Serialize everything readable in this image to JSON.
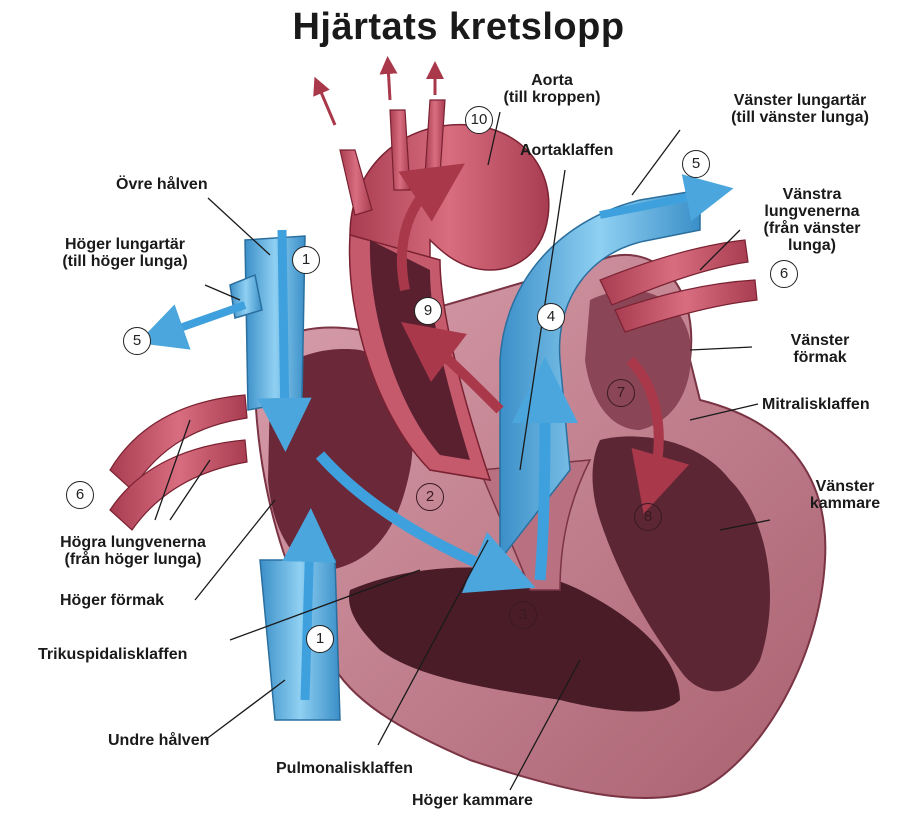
{
  "title": "Hjärtats kretslopp",
  "labels": {
    "aorta": [
      "Aorta",
      "(till kroppen)"
    ],
    "aortaklaffen": "Aortaklaffen",
    "vanster_lungartar": [
      "Vänster lungartär",
      "(till vänster lunga)"
    ],
    "vanstra_lungvenerna": [
      "Vänstra",
      "lungvenerna",
      "(från vänster",
      "lunga)"
    ],
    "ovre_halven": "Övre hålven",
    "hoger_lungartar": [
      "Höger lungartär",
      "(till höger lunga)"
    ],
    "vanster_formak": [
      "Vänster",
      "förmak"
    ],
    "mitraliskaffen": "Mitralisklaffen",
    "vanster_kammare": [
      "Vänster",
      "kammare"
    ],
    "hogra_lungvenerna": [
      "Högra lungvenerna",
      "(från höger lunga)"
    ],
    "hoger_formak": "Höger förmak",
    "trikuspidalisklaffen": "Trikuspidalisklaffen",
    "undre_halven": "Undre hålven",
    "pulmonalisklaffen": "Pulmonalisklaffen",
    "hoger_kammare": "Höger kammare"
  },
  "numbers": [
    "1",
    "2",
    "3",
    "4",
    "5",
    "6",
    "7",
    "8",
    "9",
    "10"
  ],
  "colors": {
    "blue": "#4aa6dc",
    "blue_light": "#9fd4f2",
    "red": "#b8485a",
    "red_dark": "#8c2f3c",
    "muscle": "#c98a98",
    "chamber": "#5a2432"
  }
}
